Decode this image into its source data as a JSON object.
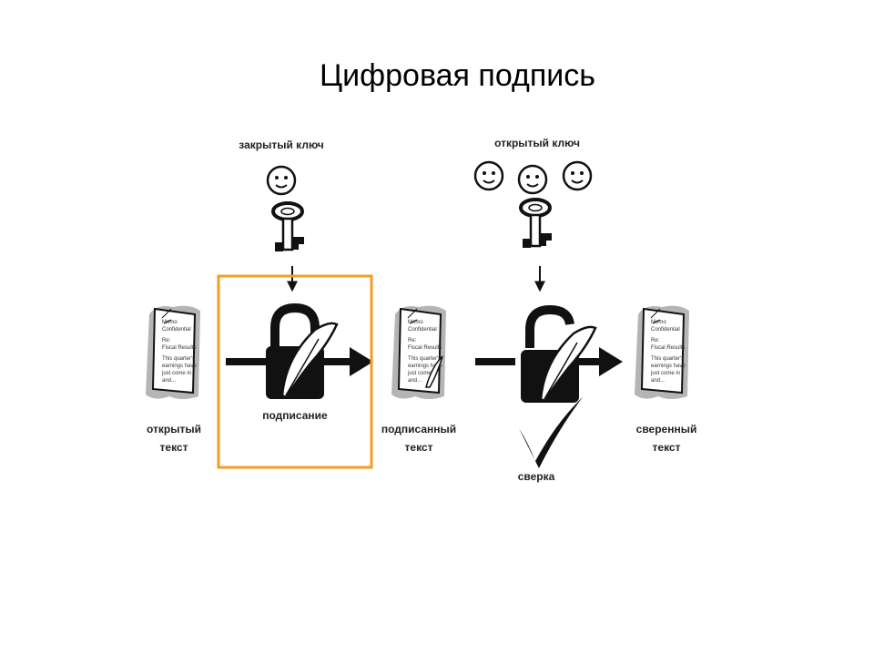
{
  "title": "Цифровая подпись",
  "labels": {
    "private_key": "закрытый ключ",
    "public_key": "открытый ключ",
    "plain_text": [
      "открытый",
      "текст"
    ],
    "signing": "подписание",
    "signed_text": [
      "подписанный",
      "текст"
    ],
    "verified_text": [
      "сверенный",
      "текст"
    ],
    "verification": "сверка"
  },
  "document_lines": [
    "Memo",
    "Confidential",
    "Re:",
    "Fiscal Results",
    "This quarter's",
    "earnings have",
    "just come in",
    "and..."
  ],
  "colors": {
    "highlight": "#f0a020",
    "arrow": "#111111",
    "paper_shadow": "#b5b5b5"
  }
}
